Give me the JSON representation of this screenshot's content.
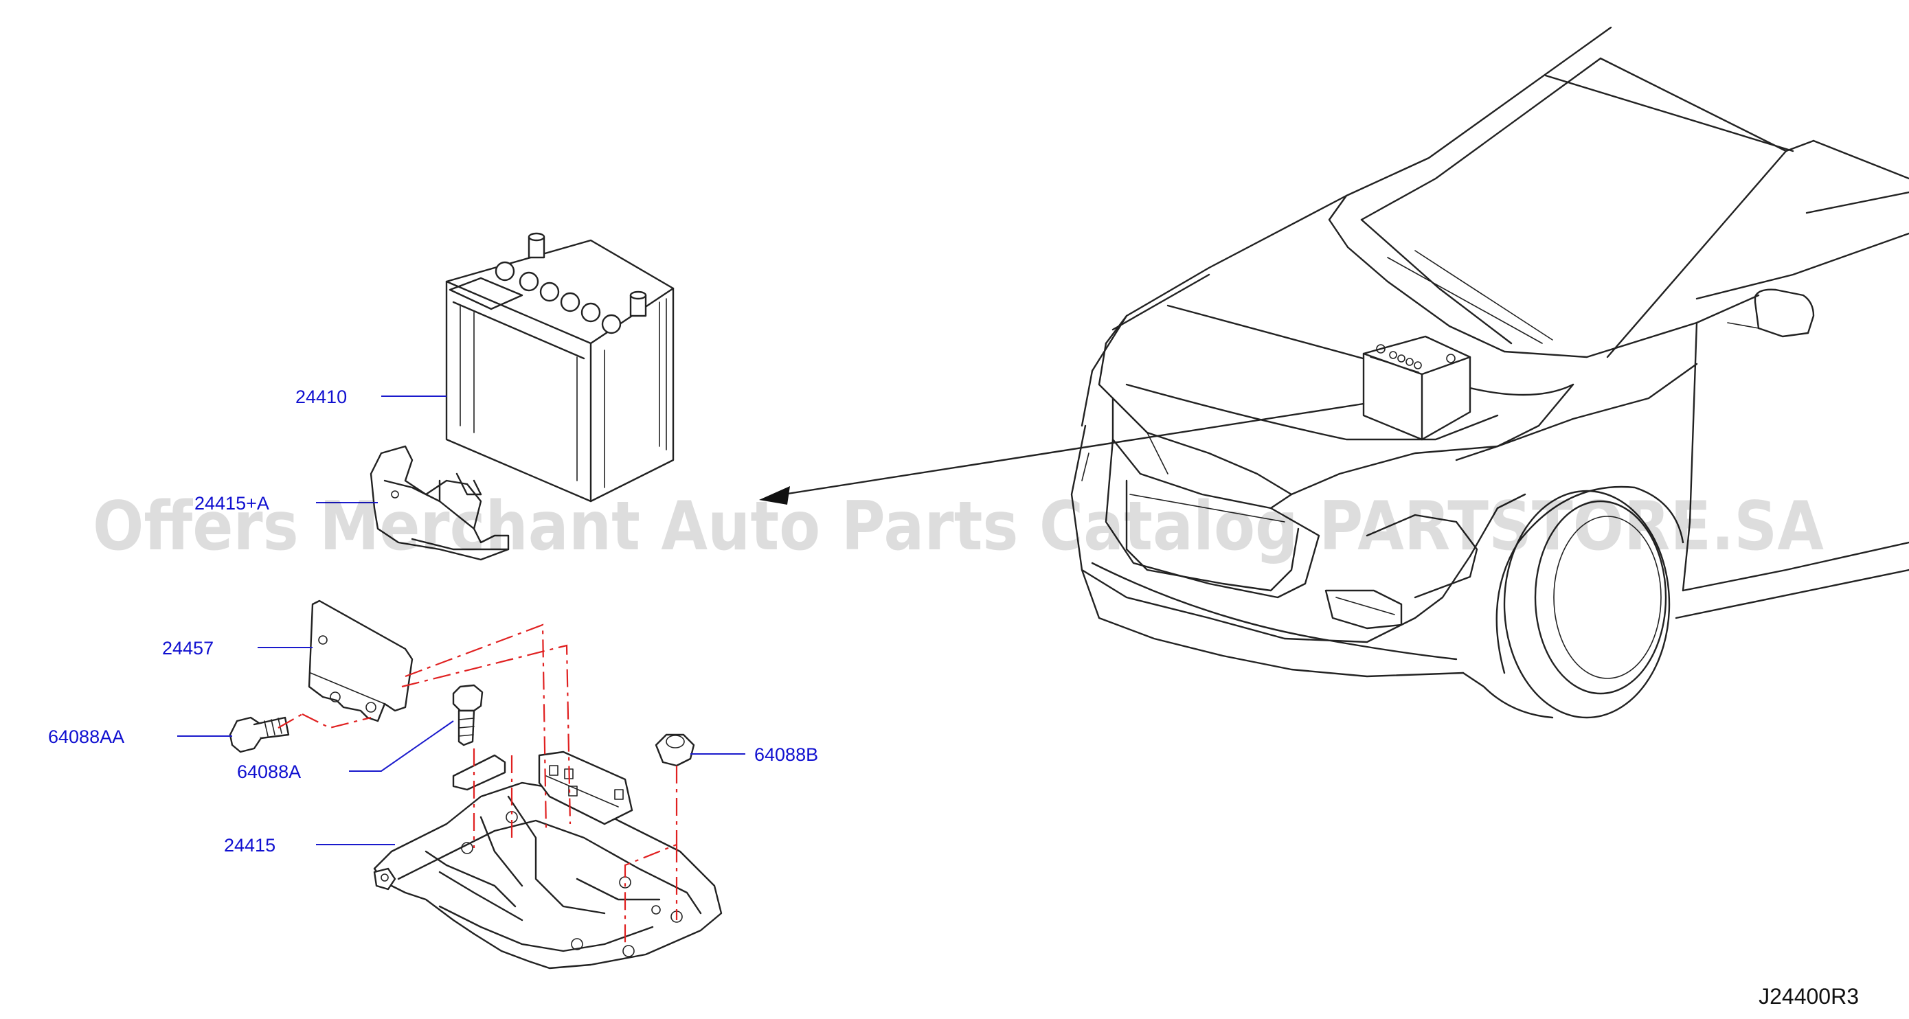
{
  "diagram": {
    "callouts": [
      {
        "id": "battery",
        "label": "24410"
      },
      {
        "id": "battery-frame",
        "label": "24415+A"
      },
      {
        "id": "plate",
        "label": "24457"
      },
      {
        "id": "bolt-aa",
        "label": "64088AA"
      },
      {
        "id": "bolt-a",
        "label": "64088A"
      },
      {
        "id": "nut-b",
        "label": "64088B"
      },
      {
        "id": "tray",
        "label": "24415"
      }
    ],
    "drawing_code": "J24400R3",
    "watermark": "Offers Merchant Auto Parts Catalog PARTSTORE.SA",
    "colors": {
      "callout_text": "#1010d0",
      "leader_line": "#1a1acc",
      "center_line": "#e02020",
      "outline": "#222222",
      "watermark": "#000000"
    }
  }
}
